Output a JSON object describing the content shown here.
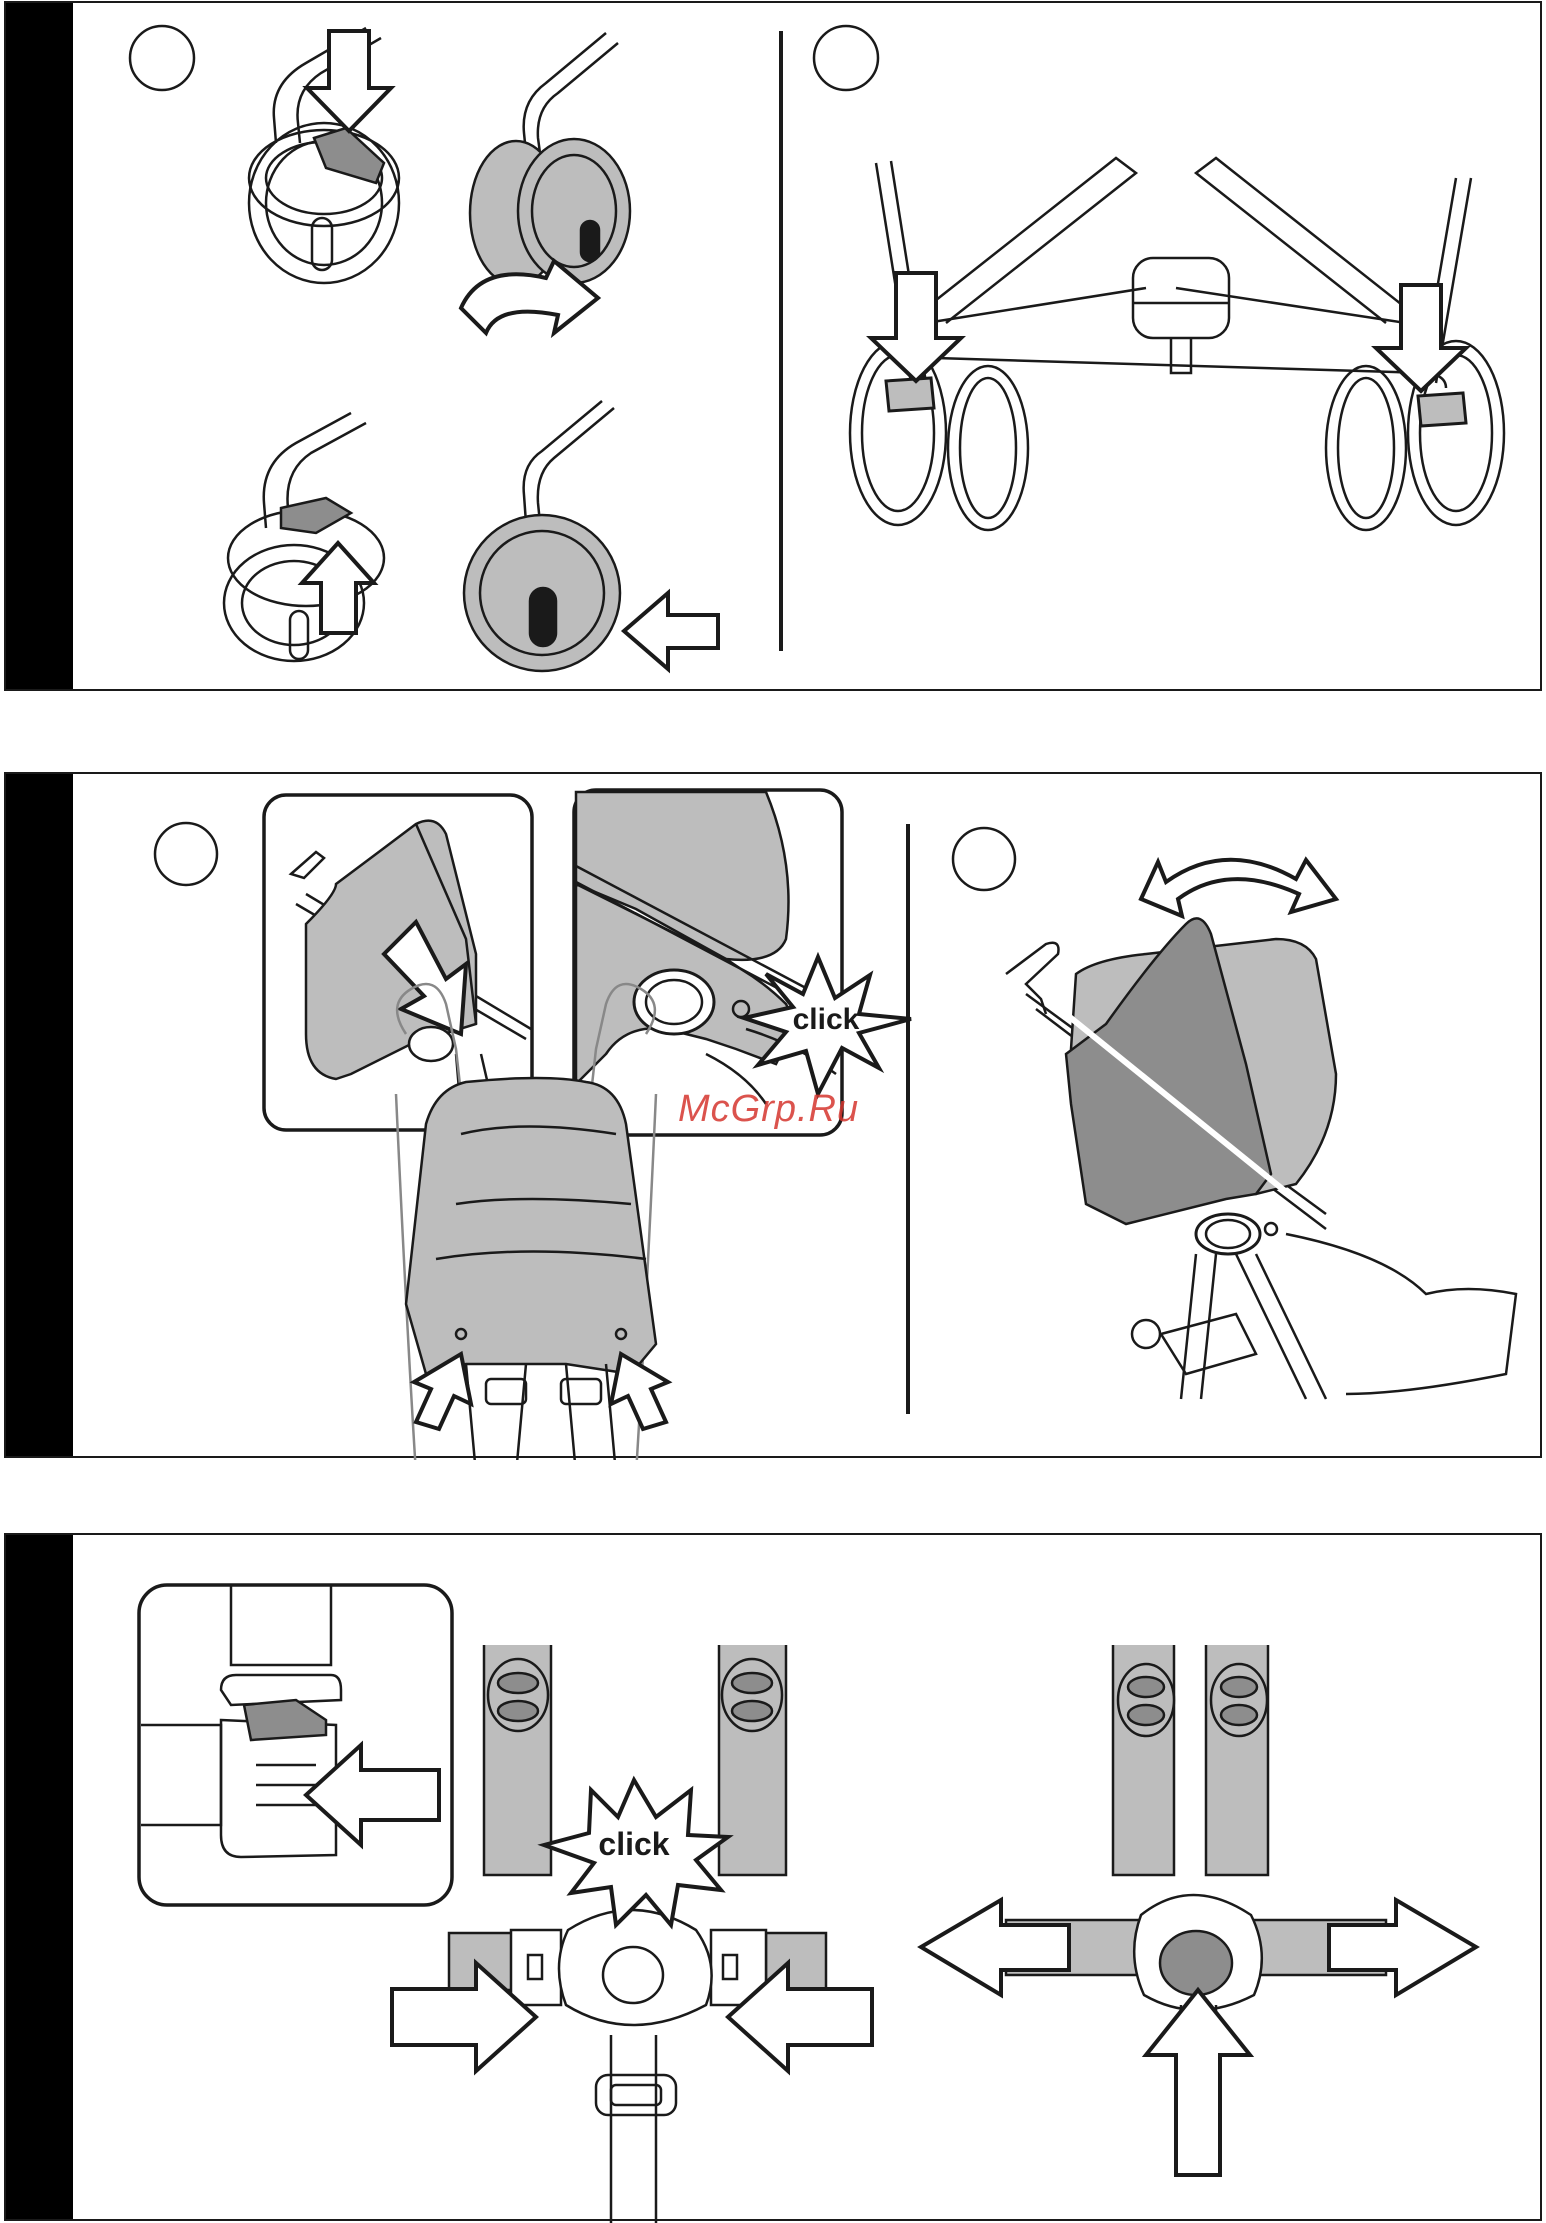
{
  "watermark": {
    "text": "McGrp.Ru"
  },
  "panel_2": {
    "canopy_click_label": "click"
  },
  "panel_3": {
    "buckle_click_label": "click"
  },
  "colors": {
    "ink": "#1a1a1a",
    "gray": "#bdbdbd",
    "dark_gray": "#8d8d8d",
    "watermark": "#d5362f"
  }
}
